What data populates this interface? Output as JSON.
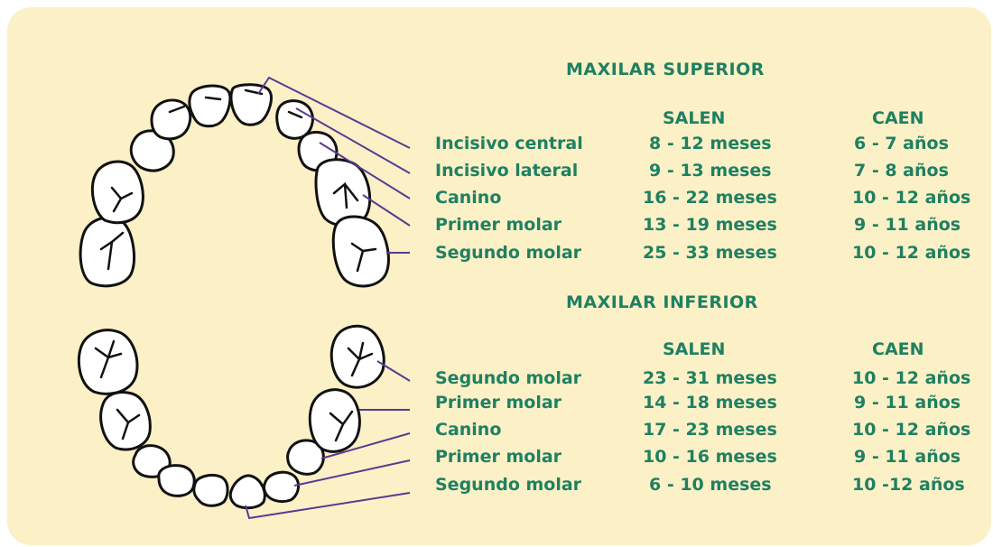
{
  "colors": {
    "background": "#fbf0c6",
    "text": "#1f8062",
    "pointer_line": "#5a3a8f",
    "tooth_fill": "#ffffff",
    "tooth_stroke": "#111111"
  },
  "upper": {
    "title": "MAXILAR SUPERIOR",
    "col_salen": "SALEN",
    "col_caen": "CAEN",
    "rows": [
      {
        "name": "Incisivo  central",
        "salen": "8 - 12 meses",
        "caen": "6 - 7 años"
      },
      {
        "name": "Incisivo  lateral",
        "salen": "9 - 13 meses",
        "caen": "7 - 8 años"
      },
      {
        "name": "Canino",
        "salen": "16 - 22 meses",
        "caen": "10 - 12 años"
      },
      {
        "name": "Primer  molar",
        "salen": "13 - 19 meses",
        "caen": "9 - 11 años"
      },
      {
        "name": "Segundo  molar",
        "salen": "25 - 33 meses",
        "caen": "10 - 12 años"
      }
    ]
  },
  "lower": {
    "title": "MAXILAR INFERIOR",
    "col_salen": "SALEN",
    "col_caen": "CAEN",
    "rows": [
      {
        "name": "Segundo  molar",
        "salen": "23 - 31 meses",
        "caen": "10 - 12 años"
      },
      {
        "name": "Primer  molar",
        "salen": "14 - 18 meses",
        "caen": "9 - 11 años"
      },
      {
        "name": "Canino",
        "salen": "17 - 23 meses",
        "caen": "10 - 12 años"
      },
      {
        "name": "Primer  molar",
        "salen": "10 - 16 meses",
        "caen": "9 - 11 años"
      },
      {
        "name": "Segundo  molar",
        "salen": "6 - 10  meses",
        "caen": "10 -12 años"
      }
    ]
  }
}
